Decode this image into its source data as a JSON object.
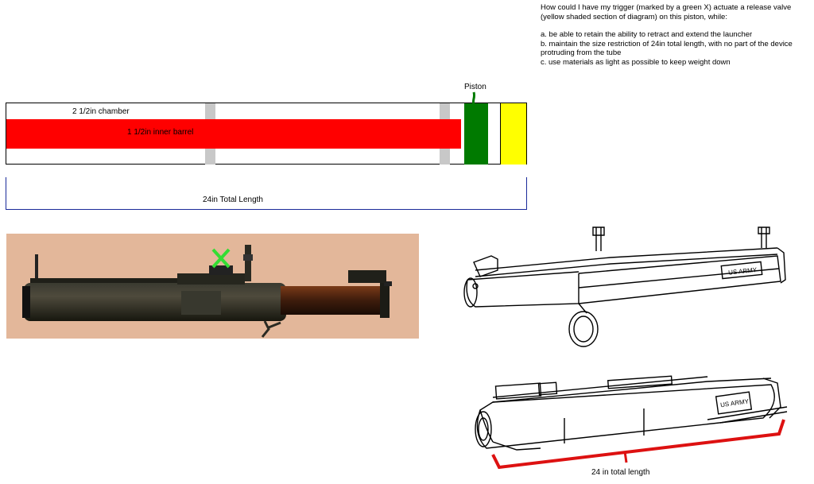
{
  "question": {
    "intro": "How could I have my trigger (marked by a green X) actuate a release valve (yellow shaded section of diagram) on this piston, while:",
    "items": [
      "a. be able to retain the ability to retract and extend the launcher",
      "b. maintain the size restriction of 24in total length, with no part of the device protruding from the tube",
      "c. use materials as light as possible to keep weight down"
    ]
  },
  "schematic": {
    "piston_label": "Piston",
    "chamber_label": "2 1/2in chamber",
    "inner_barrel_label": "1 1/2in inner barrel",
    "total_length_label": "24in Total Length",
    "colors": {
      "inner_barrel": "#ff0000",
      "piston": "#007a00",
      "release_valve": "#ffff00",
      "seal": "#c8c8c8",
      "bracket": "#1a2a9a"
    }
  },
  "photo": {
    "trigger_marker": "green-x"
  },
  "drawings": {
    "top_stencil": "US ARMY",
    "bottom_stencil": "US ARMY",
    "bottom_length_label": "24 in total length",
    "bracket_color": "#dd1111"
  }
}
